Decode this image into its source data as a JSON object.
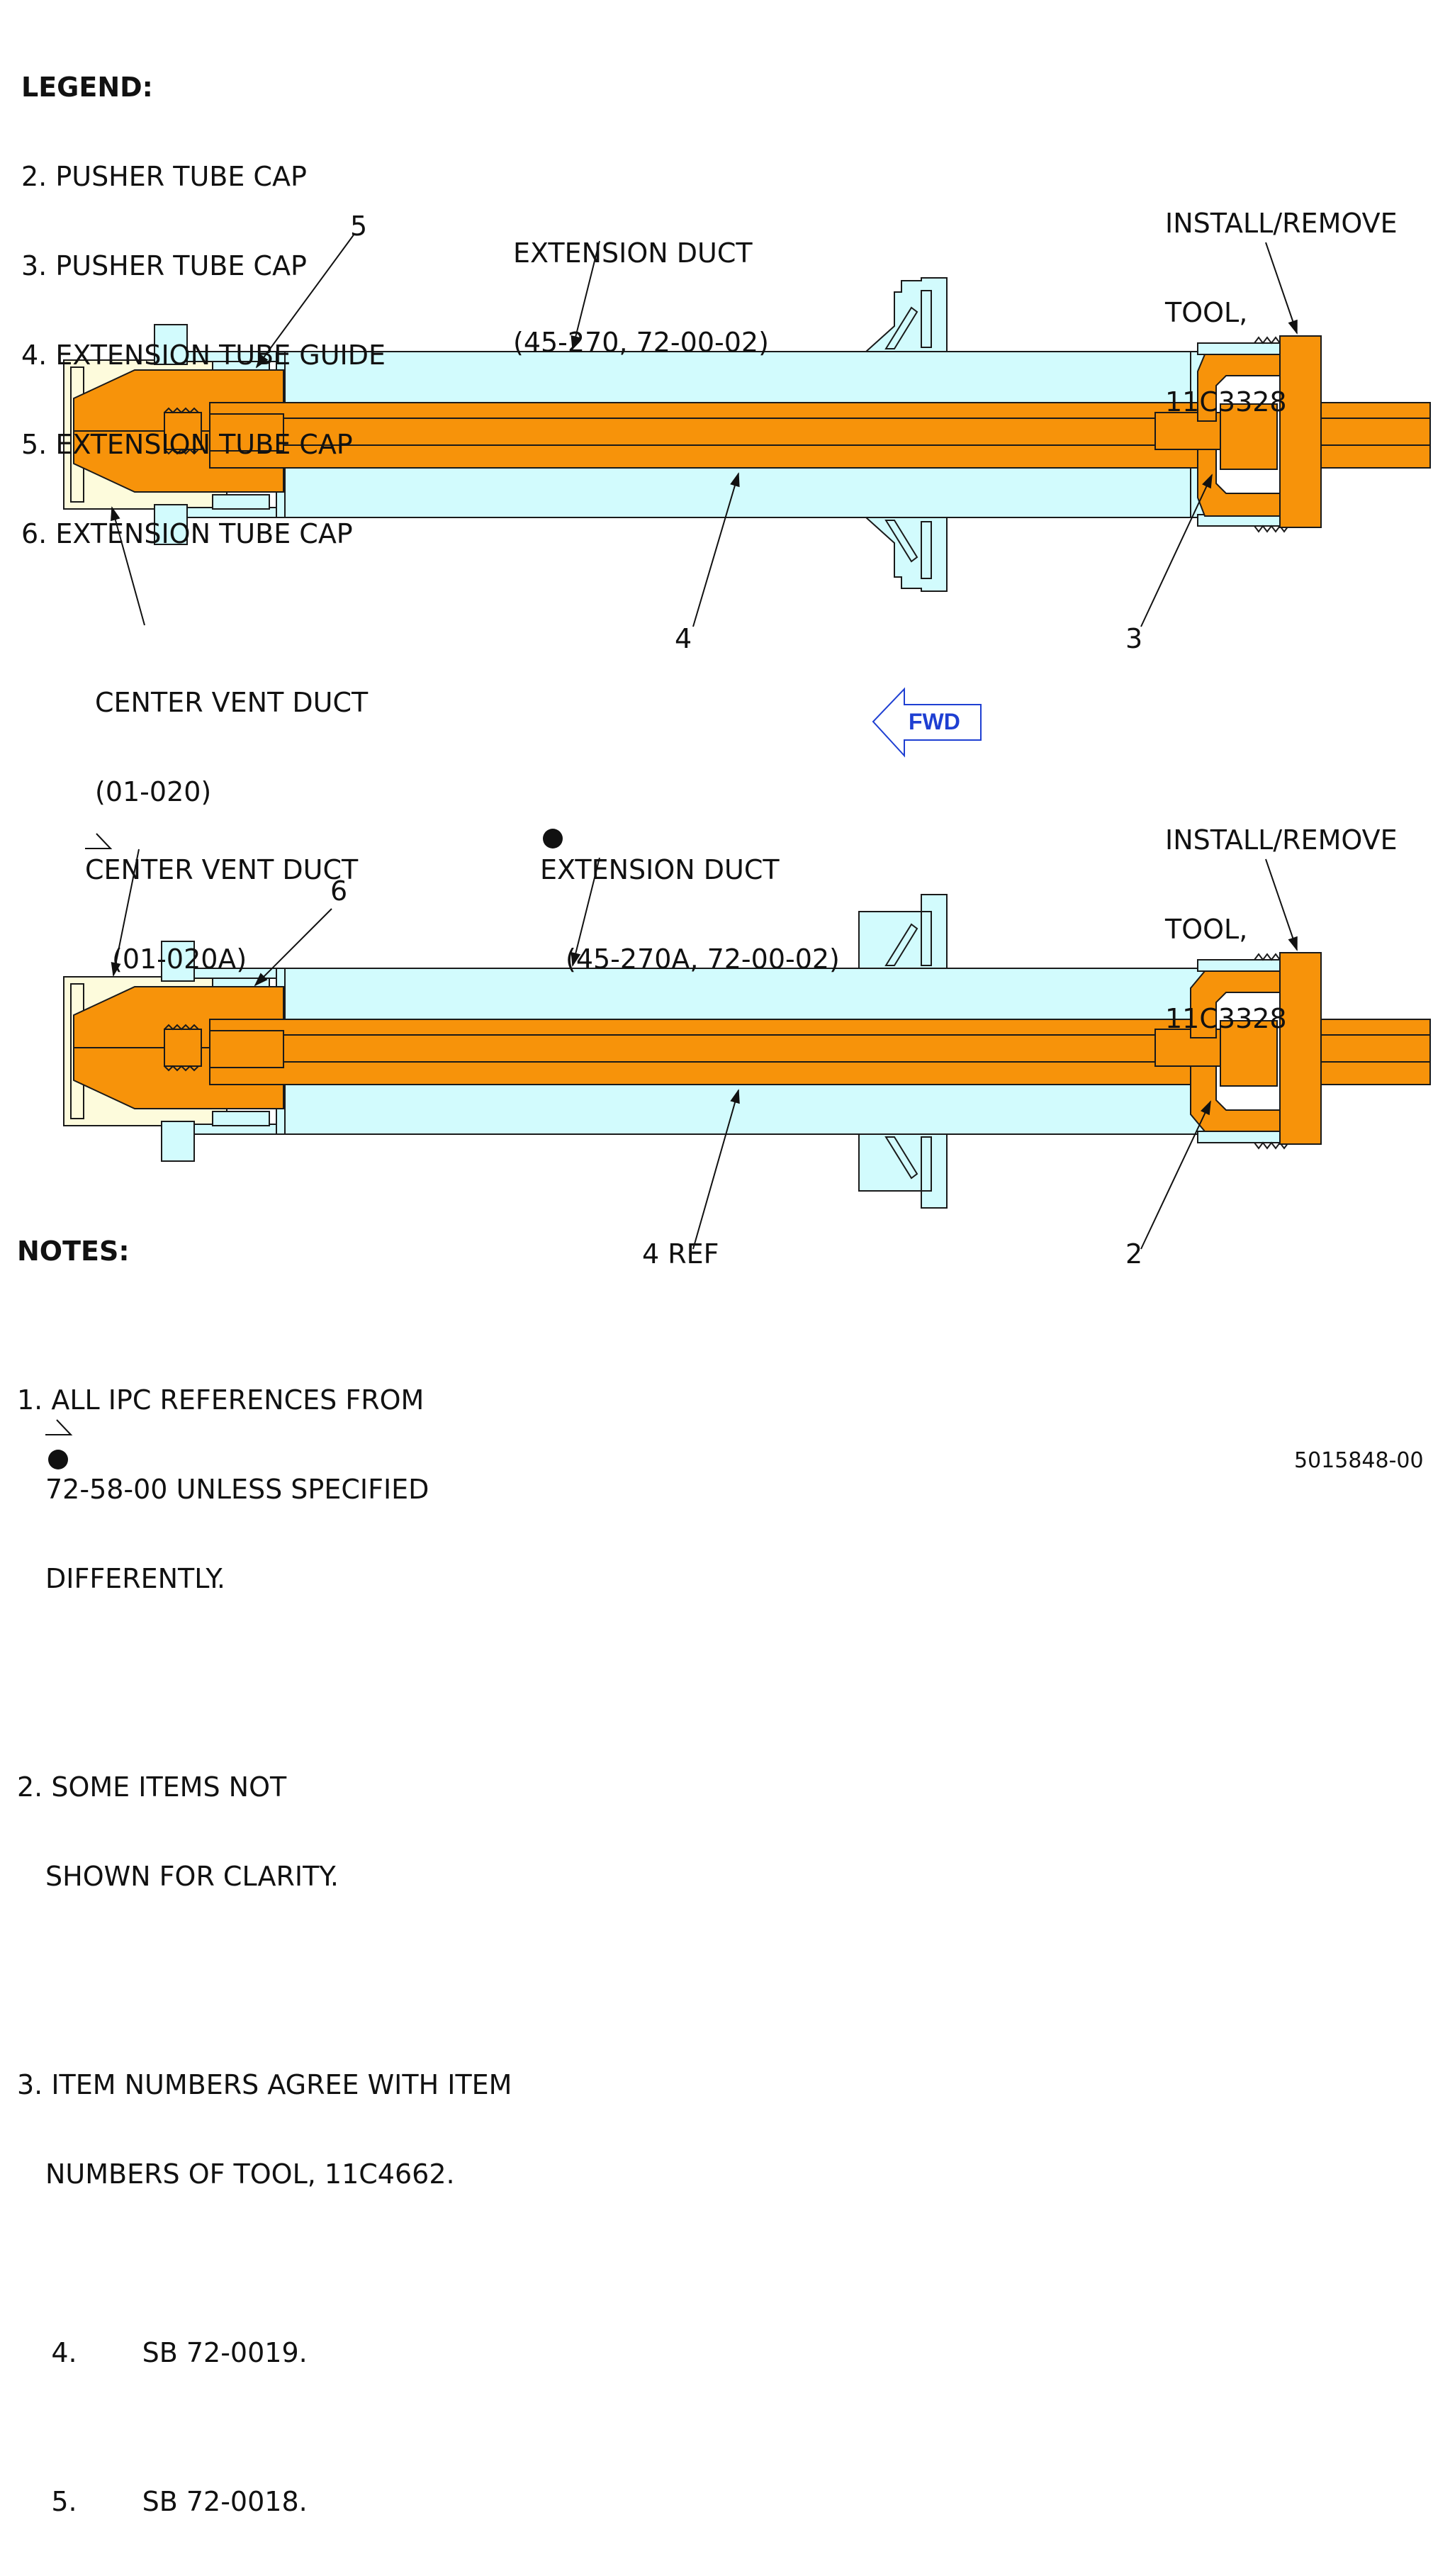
{
  "legend": {
    "title": "LEGEND:",
    "items": [
      "2. PUSHER TUBE CAP",
      "3. PUSHER TUBE CAP",
      "4. EXTENSION TUBE GUIDE",
      "5. EXTENSION TUBE CAP",
      "6. EXTENSION TUBE CAP"
    ]
  },
  "top_view": {
    "extension_duct": [
      "EXTENSION DUCT",
      "(45-270, 72-00-02)"
    ],
    "tool": [
      "INSTALL/REMOVE",
      "TOOL,",
      "11C3328"
    ],
    "center_vent_duct": [
      "CENTER VENT DUCT",
      "(01-020)"
    ],
    "callouts": {
      "item5": "5",
      "item4": "4",
      "item3": "3"
    }
  },
  "direction": {
    "label": "FWD"
  },
  "bottom_view": {
    "center_vent_duct": [
      "CENTER VENT DUCT",
      "(01-020A)"
    ],
    "extension_duct": [
      "EXTENSION DUCT",
      "(45-270A, 72-00-02)"
    ],
    "tool": [
      "INSTALL/REMOVE",
      "TOOL,",
      "11C3328"
    ],
    "callouts": {
      "item6": "6",
      "item4": "4 REF",
      "item2": "2"
    }
  },
  "notes": {
    "title": "NOTES:",
    "n1": [
      "1. ALL IPC REFERENCES FROM",
      "72-58-00 UNLESS SPECIFIED",
      "DIFFERENTLY."
    ],
    "n2": [
      "2. SOME ITEMS NOT",
      "SHOWN FOR CLARITY."
    ],
    "n3": [
      "3. ITEM NUMBERS AGREE WITH ITEM",
      "NUMBERS OF TOOL, 11C4662."
    ],
    "n4": {
      "num": "4.",
      "ref": "SB 72-0019."
    },
    "n5": {
      "num": "5.",
      "ref": "SB 72-0018."
    }
  },
  "drawing_number": "5015848-00",
  "colors": {
    "tool_orange": "#f7930a",
    "duct_cyan": "#d2fbfd",
    "vent_yellow": "#fdfbdc",
    "outline": "#1a1a1a",
    "fwd_blue": "#1e3fd2"
  }
}
